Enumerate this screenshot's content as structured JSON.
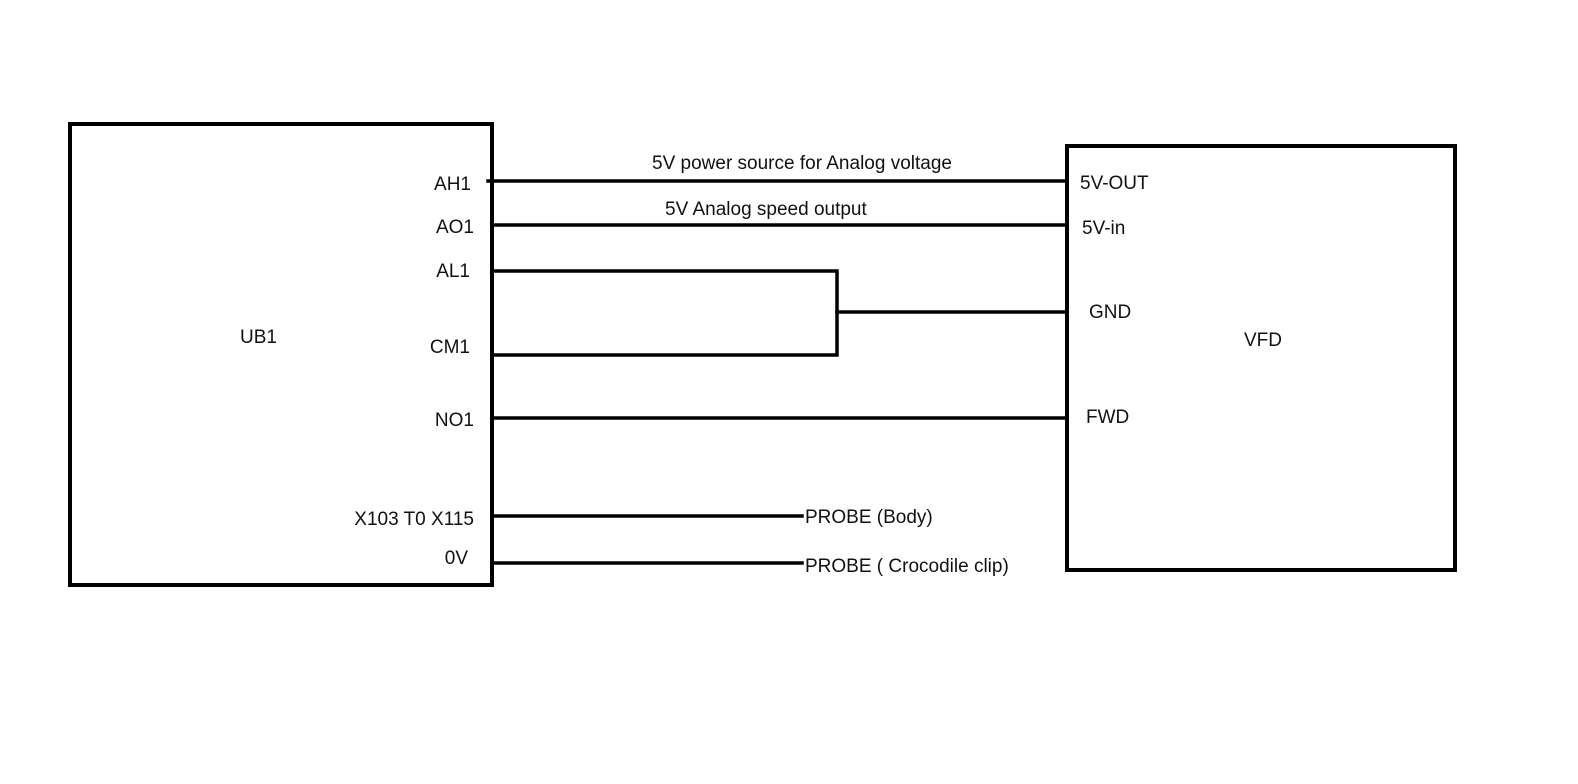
{
  "ub1": {
    "name": "UB1",
    "pins": {
      "ah1": "AH1",
      "ao1": "AO1",
      "al1": "AL1",
      "cm1": "CM1",
      "no1": "NO1",
      "x103": "X103 T0 X115",
      "zero_v": "0V"
    }
  },
  "vfd": {
    "name": "VFD",
    "pins": {
      "out5v": "5V-OUT",
      "in5v": "5V-in",
      "gnd": "GND",
      "fwd": "FWD"
    }
  },
  "wires": {
    "power_label": "5V power source for Analog voltage",
    "analog_label": "5V Analog speed output"
  },
  "probes": {
    "body": "PROBE (Body)",
    "clip": "PROBE ( Crocodile clip)"
  }
}
